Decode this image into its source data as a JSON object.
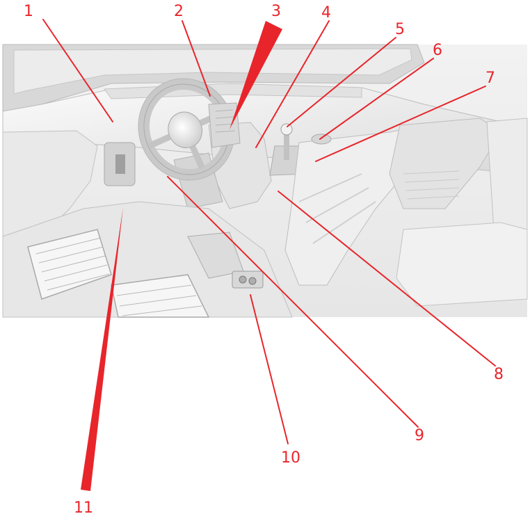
{
  "diagram": {
    "subject": "vehicle cockpit interior (rendered illustration)",
    "accent_color": "#e8252b",
    "callouts": [
      {
        "id": 1,
        "label": "1"
      },
      {
        "id": 2,
        "label": "2"
      },
      {
        "id": 3,
        "label": "3"
      },
      {
        "id": 4,
        "label": "4"
      },
      {
        "id": 5,
        "label": "5"
      },
      {
        "id": 6,
        "label": "6"
      },
      {
        "id": 7,
        "label": "7"
      },
      {
        "id": 8,
        "label": "8"
      },
      {
        "id": 9,
        "label": "9"
      },
      {
        "id": 10,
        "label": "10"
      },
      {
        "id": 11,
        "label": "11"
      }
    ]
  }
}
